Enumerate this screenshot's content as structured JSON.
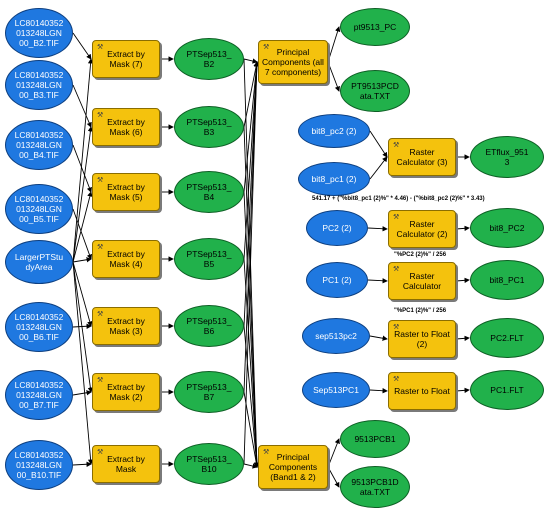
{
  "inputs": {
    "b2": "LC80140352\n013248LGN\n00_B2.TIF",
    "b3": "LC80140352\n013248LGN\n00_B3.TIF",
    "b4": "LC80140352\n013248LGN\n00_B4.TIF",
    "b5": "LC80140352\n013248LGN\n00_B5.TIF",
    "area": "LargerPTStu\ndyArea",
    "b6": "LC80140352\n013248LGN\n00_B6.TIF",
    "b7": "LC80140352\n013248LGN\n00_B7.TIF",
    "b10": "LC80140352\n013248LGN\n00_B10.TIF"
  },
  "extract_tools": {
    "m7": "Extract by\nMask (7)",
    "m6": "Extract by\nMask (6)",
    "m5": "Extract by\nMask (5)",
    "m4": "Extract by\nMask (4)",
    "m3": "Extract by\nMask (3)",
    "m2": "Extract by\nMask (2)",
    "m": "Extract by\nMask"
  },
  "pts": {
    "b2": "PTSep513_\nB2",
    "b3": "PTSep513_\nB3",
    "b4": "PTSep513_\nB4",
    "b5": "PTSep513_\nB5",
    "b6": "PTSep513_\nB6",
    "b7": "PTSep513_\nB7",
    "b10": "PTSep513_\nB10"
  },
  "pc_tools": {
    "all": "Principal\nComponents (all\n7 components)",
    "b12": "Principal\nComponents\n(Band1 & 2)"
  },
  "pc_outputs": {
    "pt9513": "pt9513_PC",
    "pt9513d": "PT9513PCD\nata.TXT",
    "b1": "9513PCB1",
    "b1d": "9513PCB1D\nata.TXT"
  },
  "right": {
    "bit8pc2": "bit8_pc2 (2)",
    "bit8pc1": "bit8_pc1 (2)",
    "rc3": "Raster\nCalculator (3)",
    "etflux": "ETflux_951\n3",
    "expr3": "541.17 + (\"%bit8_pc1 (2)%\" * 4.46) - (\"%bit8_pc2 (2)%\" * 3.43)",
    "pc2": "PC2 (2)",
    "rc2": "Raster\nCalculator (2)",
    "bit8_pc2": "bit8_PC2",
    "expr2": "\"%PC2 (2)%\" / 256",
    "pc1": "PC1 (2)",
    "rc": "Raster\nCalculator",
    "bit8_pc1": "bit8_PC1",
    "expr1": "\"%PC1 (2)%\" / 256",
    "sep513pc2": "sep513pc2",
    "rtf2": "Raster to Float\n(2)",
    "pc2flt": "PC2.FLT",
    "sep513pc1": "Sep513PC1",
    "rtf": "Raster to Float",
    "pc1flt": "PC1.FLT"
  },
  "colors": {
    "data": "#1f78e0",
    "tool": "#f4c20d",
    "output": "#21b14b"
  }
}
